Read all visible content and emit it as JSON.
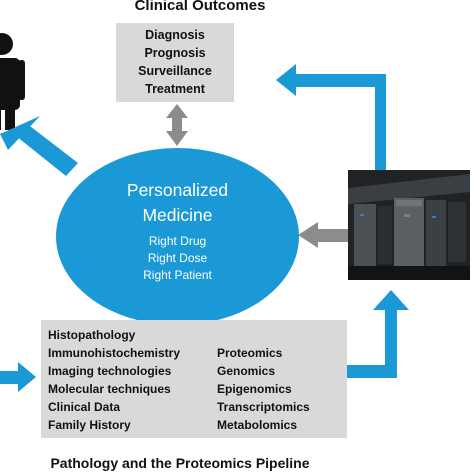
{
  "titles": {
    "top": "Clinical Outcomes",
    "bottom": "Pathology and the Proteomics Pipeline"
  },
  "clinical_outcomes": {
    "items": [
      "Diagnosis",
      "Prognosis",
      "Surveillance",
      "Treatment"
    ]
  },
  "personalized_medicine": {
    "title_line1": "Personalized",
    "title_line2": "Medicine",
    "items": [
      "Right Drug",
      "Right Dose",
      "Right Patient"
    ]
  },
  "pipeline": {
    "left_column": [
      "Histopathology",
      "Immunohistochemistry",
      "Imaging technologies",
      "Molecular techniques",
      "Clinical Data",
      "Family History"
    ],
    "right_column": [
      "Proteomics",
      "Genomics",
      "Epigenomics",
      "Transcriptomics",
      "Metabolomics"
    ]
  },
  "colors": {
    "blue_accent": "#1b98d6",
    "gray_box": "#d9d9d9",
    "gray_arrow": "#8c8c8c",
    "text": "#111111"
  },
  "icons": {
    "person": "person-silhouette-icon",
    "computer": "supercomputer-image"
  }
}
